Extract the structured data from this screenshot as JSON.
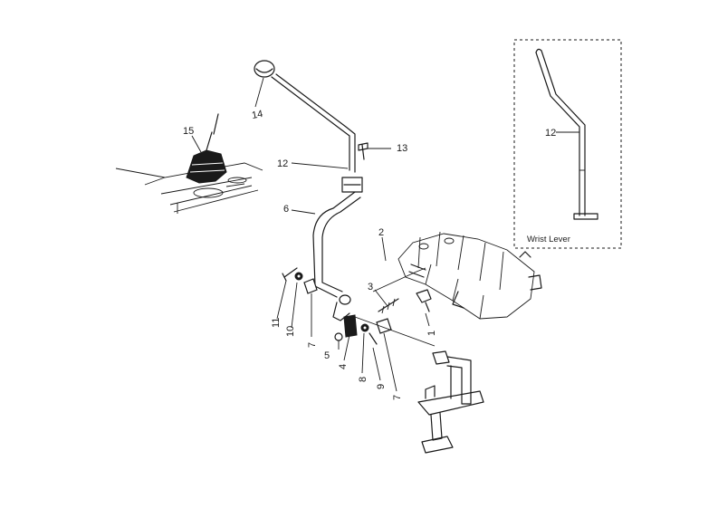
{
  "callouts": {
    "c1": "1",
    "c2": "2",
    "c3": "3",
    "c4": "4",
    "c5": "5",
    "c6": "6",
    "c7a": "7",
    "c7b": "7",
    "c8": "8",
    "c9": "9",
    "c10": "10",
    "c11": "11",
    "c12": "12",
    "c13": "13",
    "c14": "14",
    "c15": "15",
    "c12_inset": "12"
  },
  "inset": {
    "title": "Wrist Lever"
  }
}
